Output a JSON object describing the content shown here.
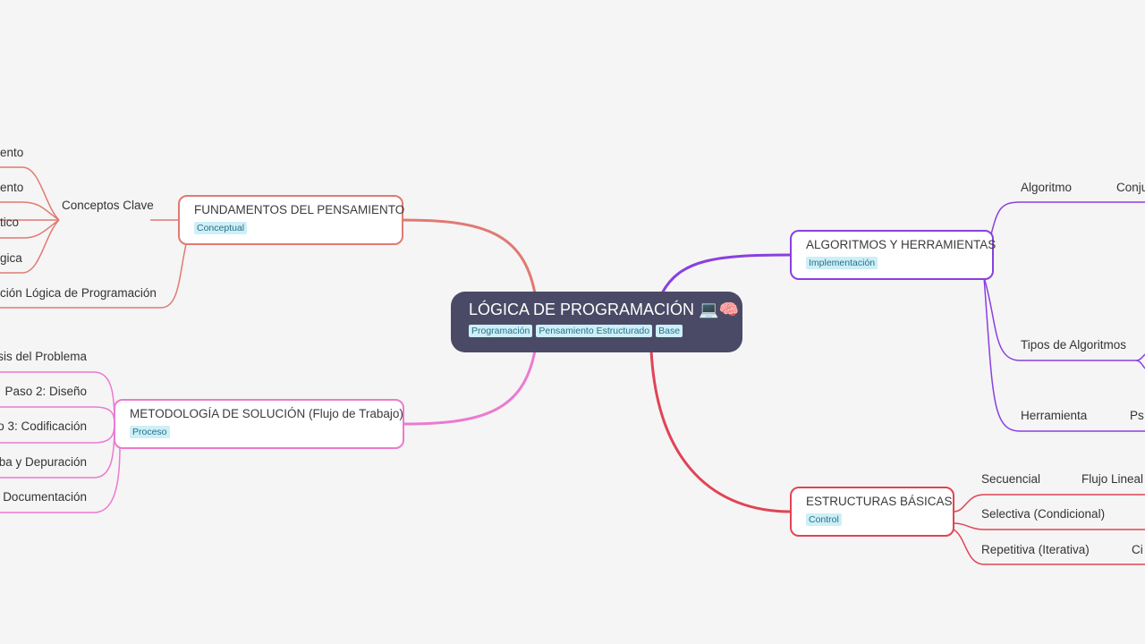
{
  "root": {
    "title": "LÓGICA DE PROGRAMACIÓN 💻🧠",
    "tags": [
      "Programación",
      "Pensamiento Estructurado",
      "Base"
    ]
  },
  "fundamentos": {
    "title": "FUNDAMENTOS DEL PENSAMIENTO",
    "tag": "Conceptual",
    "sub": "Conceptos Clave",
    "leaves": [
      "ento",
      "ento",
      "tico",
      "gica"
    ],
    "extra": "ción Lógica de Programación"
  },
  "metodologia": {
    "title": "METODOLOGÍA DE SOLUCIÓN (Flujo de Trabajo)",
    "tag": "Proceso",
    "leaves": [
      "sis del Problema",
      "Paso 2: Diseño",
      "o 3: Codificación",
      "ba y Depuración",
      "Documentación"
    ]
  },
  "algoritmos": {
    "title": "ALGORITMOS Y HERRAMIENTAS",
    "tag": "Implementación",
    "items": [
      {
        "label": "Algoritmo",
        "detail": "Conju"
      },
      {
        "label": "Tipos de Algoritmos",
        "detail": ""
      },
      {
        "label": "Herramienta",
        "detail": "Ps"
      }
    ]
  },
  "estructuras": {
    "title": "ESTRUCTURAS BÁSICAS",
    "tag": "Control",
    "items": [
      {
        "label": "Secuencial",
        "detail": "Flujo Lineal"
      },
      {
        "label": "Selectiva (Condicional)",
        "detail": ""
      },
      {
        "label": "Repetitiva (Iterativa)",
        "detail": "Ci"
      }
    ]
  },
  "colors": {
    "fundamentos": "#e07a72",
    "metodologia": "#ec7ad0",
    "algoritmos": "#8a3fe0",
    "estructuras": "#e04455",
    "root": "#4b4a66"
  }
}
